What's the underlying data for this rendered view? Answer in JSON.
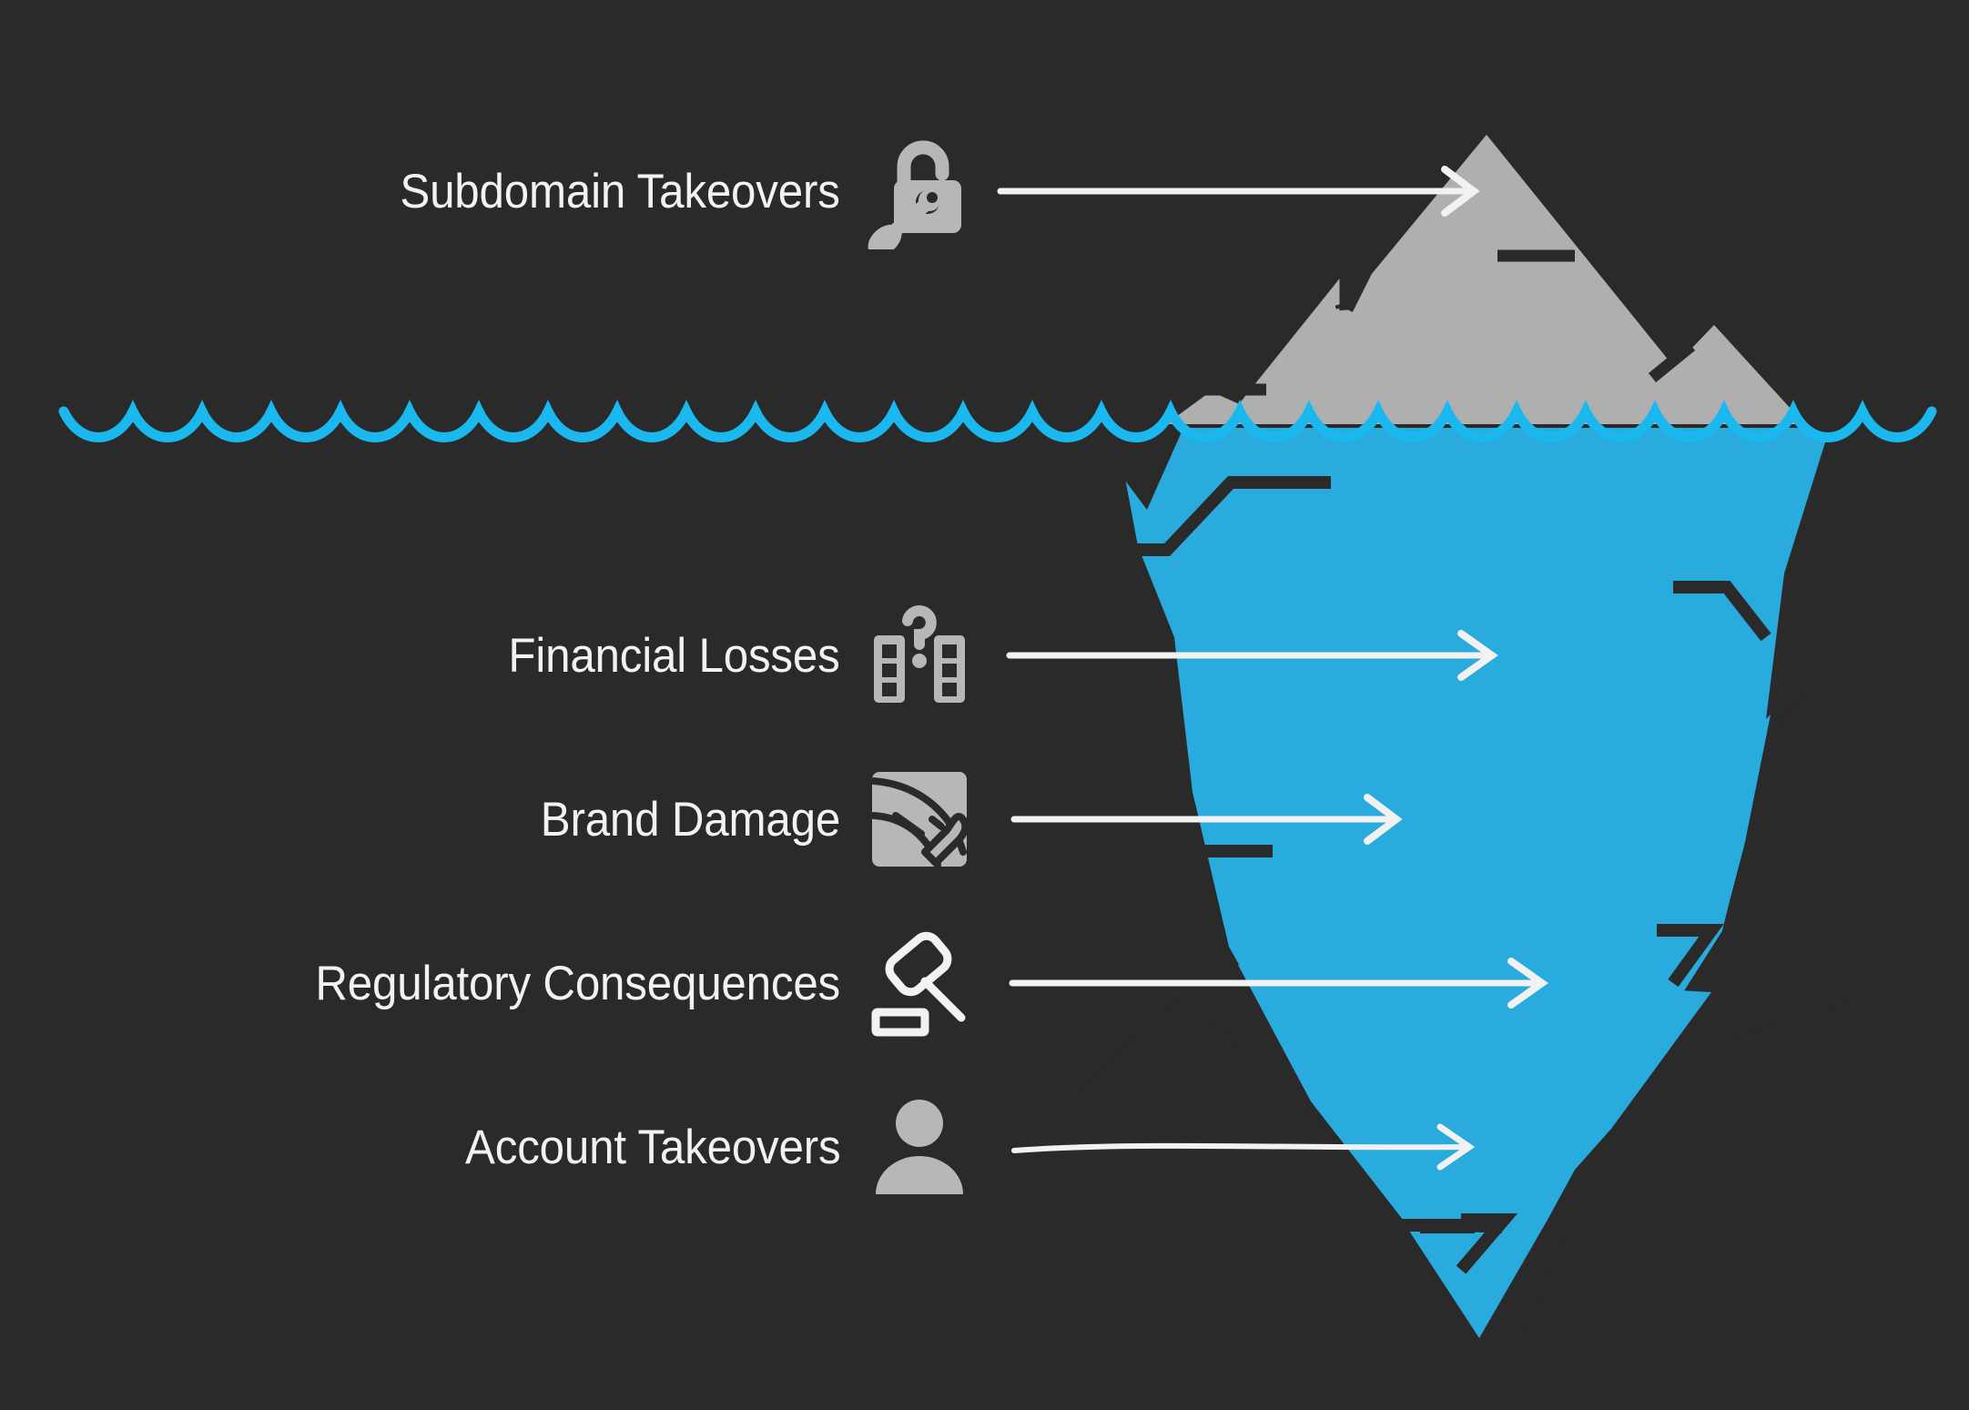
{
  "diagram": {
    "type": "iceberg",
    "title": "",
    "background_color": "#2b2a2a",
    "iceberg_above_water_color": "#afafaf",
    "iceberg_below_water_color": "#29abde",
    "waterline_color": "#1bb8f0",
    "label_color": "#f2f2f2",
    "arrow_color": "#f2f2f2",
    "icon_color": "#b7b7b7"
  },
  "above_water": {
    "items": [
      {
        "label": "Subdomain Takeovers",
        "icon": "unlocked-padlock-with-pick-icon"
      }
    ]
  },
  "below_water": {
    "items": [
      {
        "label": "Financial Losses",
        "icon": "buildings-question-mark-icon"
      },
      {
        "label": "Brand Damage",
        "icon": "broken-signal-cursor-icon"
      },
      {
        "label": "Regulatory Consequences",
        "icon": "gavel-icon"
      },
      {
        "label": "Account Takeovers",
        "icon": "user-person-icon"
      }
    ]
  }
}
